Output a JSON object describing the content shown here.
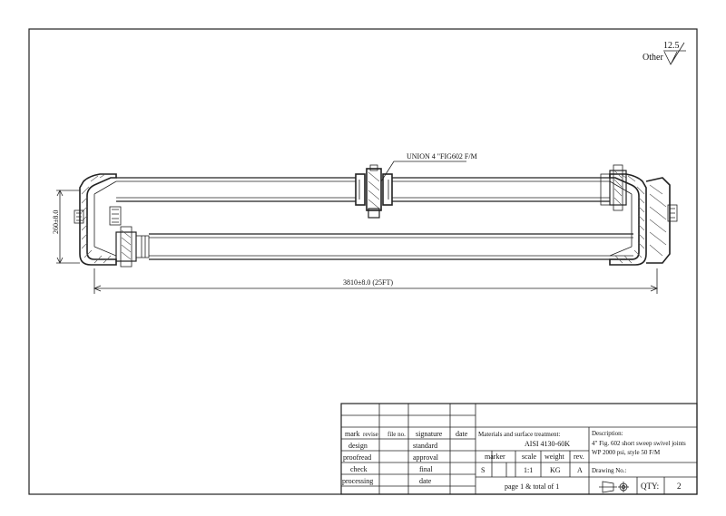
{
  "surface": {
    "roughness_value": "12.5",
    "label": "Other"
  },
  "annotations": {
    "union_label": "UNION 4 \"FIG602 F/M",
    "height_dim": "260±8.0",
    "length_dim": "3810±8.0 (25FT)"
  },
  "title_block": {
    "left": {
      "headers": [
        "mark",
        "revise",
        "file no.",
        "signature",
        "date"
      ],
      "rows": [
        [
          "design",
          "standard"
        ],
        [
          "proofread",
          "approval"
        ],
        [
          "check",
          "final"
        ],
        [
          "processing",
          "date"
        ]
      ]
    },
    "material": {
      "label": "Materials and surface treatment:",
      "value": "AISI 4130-60K"
    },
    "marker_headers": [
      "marker",
      "scale",
      "weight",
      "rev."
    ],
    "marker_values": [
      "S",
      "1:1",
      "KG",
      "A"
    ],
    "page_text": "page 1 & total of 1",
    "description": {
      "label": "Description:",
      "line1": "4\" Fig. 602 short sweep swivel joints",
      "line2": "WP 2000 psi, style 50 F/M"
    },
    "drawing_no_label": "Drawing No.:",
    "qty_label": "QTY:",
    "qty_value": "2"
  }
}
